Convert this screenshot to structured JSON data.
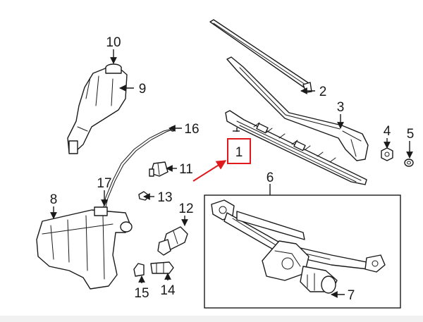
{
  "callouts": {
    "c1": "1",
    "c2": "2",
    "c3": "3",
    "c4": "4",
    "c5": "5",
    "c6": "6",
    "c7": "7",
    "c8": "8",
    "c9": "9",
    "c10": "10",
    "c11": "11",
    "c12": "12",
    "c13": "13",
    "c14": "14",
    "c15": "15",
    "c16": "16",
    "c17": "17"
  },
  "colors": {
    "highlight": "#e0191d",
    "line": "#1a1a1a",
    "background": "#ffffff"
  }
}
